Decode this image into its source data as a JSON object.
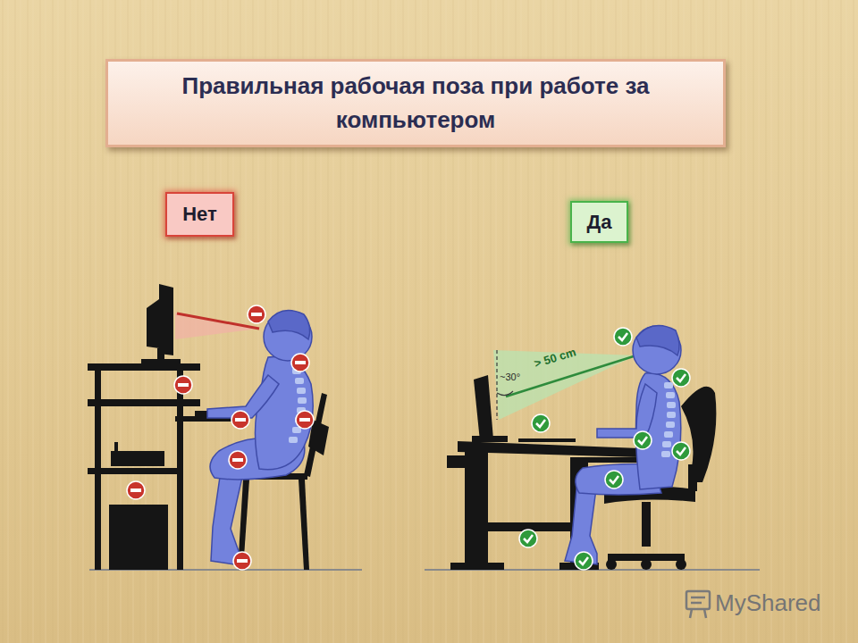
{
  "diagram": {
    "title": "Правильная рабочая поза при работе за компьютером",
    "nodes": [
      {
        "text": [
          "Нет"
        ]
      },
      {
        "text": [
          "Да"
        ]
      }
    ],
    "labels": [
      "~30°",
      "> 50 cm",
      "MyShared"
    ]
  }
}
